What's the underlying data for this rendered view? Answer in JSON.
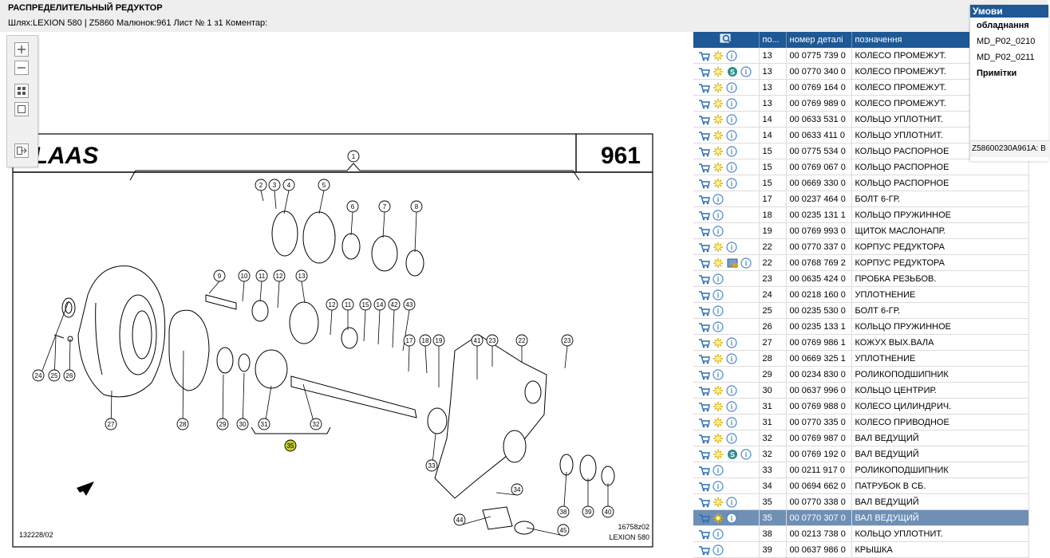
{
  "header": {
    "title": "РАСПРЕДЕЛИТЕЛЬНЫЙ РЕДУКТОР",
    "path": "Шлях:LEXION 580 | Z5860 Малюнок:961 Лист № 1 з1 Коментар:"
  },
  "drawing": {
    "brand": "CLAAS",
    "page_number": "961",
    "sheet_code": "132228/02",
    "drawing_code": "16758z02",
    "model": "LEXION 580",
    "highlighted_callout": "35",
    "callouts": [
      "1",
      "2",
      "3",
      "4",
      "5",
      "6",
      "7",
      "8",
      "9",
      "10",
      "11",
      "12",
      "13",
      "12",
      "11",
      "15",
      "14",
      "42",
      "43",
      "17",
      "18",
      "19",
      "41",
      "23",
      "22",
      "23",
      "24",
      "25",
      "26",
      "27",
      "28",
      "29",
      "30",
      "31",
      "32",
      "35",
      "33",
      "34",
      "38",
      "39",
      "40",
      "44",
      "45"
    ]
  },
  "toolbar": {
    "zoom_in_icon": "plus-icon",
    "zoom_out_icon": "minus-icon",
    "fit_icon": "fit-grid-icon",
    "frame_icon": "frame-icon",
    "export_icon": "export-icon"
  },
  "table": {
    "headers": {
      "search_icon": "magnifier-icon",
      "pos": "по...",
      "part_number": "номер деталі",
      "designation": "позначення"
    },
    "rows": [
      {
        "pos": "13",
        "part": "00 0775 739 0",
        "name": "КОЛЕСО ПРОМЕЖУТ.",
        "icons": [
          "cart",
          "star",
          "info"
        ]
      },
      {
        "pos": "13",
        "part": "00 0770 340 0",
        "name": "КОЛЕСО ПРОМЕЖУТ.",
        "icons": [
          "cart",
          "star",
          "s",
          "info"
        ]
      },
      {
        "pos": "13",
        "part": "00 0769 164 0",
        "name": "КОЛЕСО ПРОМЕЖУТ.",
        "icons": [
          "cart",
          "star",
          "info"
        ]
      },
      {
        "pos": "13",
        "part": "00 0769 989 0",
        "name": "КОЛЕСО ПРОМЕЖУТ.",
        "icons": [
          "cart",
          "star",
          "info"
        ]
      },
      {
        "pos": "14",
        "part": "00 0633 531 0",
        "name": "КОЛЬЦО УПЛОТНИТ.",
        "icons": [
          "cart",
          "star",
          "info"
        ]
      },
      {
        "pos": "14",
        "part": "00 0633 411 0",
        "name": "КОЛЬЦО УПЛОТНИТ.",
        "icons": [
          "cart",
          "star",
          "info"
        ]
      },
      {
        "pos": "15",
        "part": "00 0775 534 0",
        "name": "КОЛЬЦО РАСПОРНОЕ",
        "icons": [
          "cart",
          "star",
          "info"
        ]
      },
      {
        "pos": "15",
        "part": "00 0769 067 0",
        "name": "КОЛЬЦО РАСПОРНОЕ",
        "icons": [
          "cart",
          "star",
          "info"
        ]
      },
      {
        "pos": "15",
        "part": "00 0669 330 0",
        "name": "КОЛЬЦО РАСПОРНОЕ",
        "icons": [
          "cart",
          "star",
          "info"
        ]
      },
      {
        "pos": "17",
        "part": "00 0237 464 0",
        "name": "БОЛТ 6-ГР.",
        "icons": [
          "cart",
          "info"
        ]
      },
      {
        "pos": "18",
        "part": "00 0235 131 1",
        "name": "КОЛЬЦО ПРУЖИННОЕ",
        "icons": [
          "cart",
          "info"
        ]
      },
      {
        "pos": "19",
        "part": "00 0769 993 0",
        "name": "ЩИТОК МАСЛОНАПР.",
        "icons": [
          "cart",
          "info"
        ]
      },
      {
        "pos": "22",
        "part": "00 0770 337 0",
        "name": "КОРПУС РЕДУКТОРА",
        "icons": [
          "cart",
          "star",
          "info"
        ]
      },
      {
        "pos": "22",
        "part": "00 0768 769 2",
        "name": "КОРПУС РЕДУКТОРА",
        "icons": [
          "cart",
          "star",
          "picture",
          "info"
        ]
      },
      {
        "pos": "23",
        "part": "00 0635 424 0",
        "name": "ПРОБКА РЕЗЬБОВ.",
        "icons": [
          "cart",
          "info"
        ]
      },
      {
        "pos": "24",
        "part": "00 0218 160 0",
        "name": "УПЛОТНЕНИЕ",
        "icons": [
          "cart",
          "info"
        ]
      },
      {
        "pos": "25",
        "part": "00 0235 530 0",
        "name": "БОЛТ 6-ГР.",
        "icons": [
          "cart",
          "info"
        ]
      },
      {
        "pos": "26",
        "part": "00 0235 133 1",
        "name": "КОЛЬЦО ПРУЖИННОЕ",
        "icons": [
          "cart",
          "info"
        ]
      },
      {
        "pos": "27",
        "part": "00 0769 986 1",
        "name": "КОЖУХ ВЫХ.ВАЛА",
        "icons": [
          "cart",
          "star",
          "info"
        ]
      },
      {
        "pos": "28",
        "part": "00 0669 325 1",
        "name": "УПЛОТНЕНИЕ",
        "icons": [
          "cart",
          "star",
          "info"
        ]
      },
      {
        "pos": "29",
        "part": "00 0234 830 0",
        "name": "РОЛИКОПОДШИПНИК",
        "icons": [
          "cart",
          "info"
        ]
      },
      {
        "pos": "30",
        "part": "00 0637 996 0",
        "name": "КОЛЬЦО ЦЕНТРИР.",
        "icons": [
          "cart",
          "star",
          "info"
        ]
      },
      {
        "pos": "31",
        "part": "00 0769 988 0",
        "name": "КОЛЕСО ЦИЛИНДРИЧ.",
        "icons": [
          "cart",
          "star",
          "info"
        ]
      },
      {
        "pos": "31",
        "part": "00 0770 335 0",
        "name": "КОЛЕСО ПРИВОДНОЕ",
        "icons": [
          "cart",
          "star",
          "info"
        ]
      },
      {
        "pos": "32",
        "part": "00 0769 987 0",
        "name": "ВАЛ ВЕДУЩИЙ",
        "icons": [
          "cart",
          "star",
          "info"
        ]
      },
      {
        "pos": "32",
        "part": "00 0769 192 0",
        "name": "ВАЛ ВЕДУЩИЙ",
        "icons": [
          "cart",
          "star",
          "s",
          "info"
        ]
      },
      {
        "pos": "33",
        "part": "00 0211 917 0",
        "name": "РОЛИКОПОДШИПНИК",
        "icons": [
          "cart",
          "info"
        ]
      },
      {
        "pos": "34",
        "part": "00 0694 662 0",
        "name": "ПАТРУБОК В СБ.",
        "icons": [
          "cart",
          "info"
        ]
      },
      {
        "pos": "35",
        "part": "00 0770 338 0",
        "name": "ВАЛ ВЕДУЩИЙ",
        "icons": [
          "cart",
          "star",
          "info"
        ]
      },
      {
        "pos": "35",
        "part": "00 0770 307 0",
        "name": "ВАЛ ВЕДУЩИЙ",
        "icons": [
          "cart",
          "star",
          "info"
        ],
        "selected": true
      },
      {
        "pos": "38",
        "part": "00 0213 738 0",
        "name": "КОЛЬЦО УПЛОТНИТ.",
        "icons": [
          "cart",
          "info"
        ]
      },
      {
        "pos": "39",
        "part": "00 0637 986 0",
        "name": "КРЫШКА",
        "icons": [
          "cart",
          "info"
        ]
      }
    ]
  },
  "conditions": {
    "title": "Умови",
    "equipment_label": "обладнання",
    "items": [
      "MD_P02_0210",
      "MD_P02_0211"
    ],
    "notes_label": "Примітки",
    "footer": "Z58600230A961A: В"
  },
  "colors": {
    "header_blue": "#1e5895",
    "selected_row": "#6f8fb5",
    "callout_highlight": "#c5cc2a",
    "cart_blue": "#2a6fb3",
    "star_yellow": "#e0b400",
    "info_blue": "#4a86c5",
    "s_teal": "#2e8b8b"
  }
}
